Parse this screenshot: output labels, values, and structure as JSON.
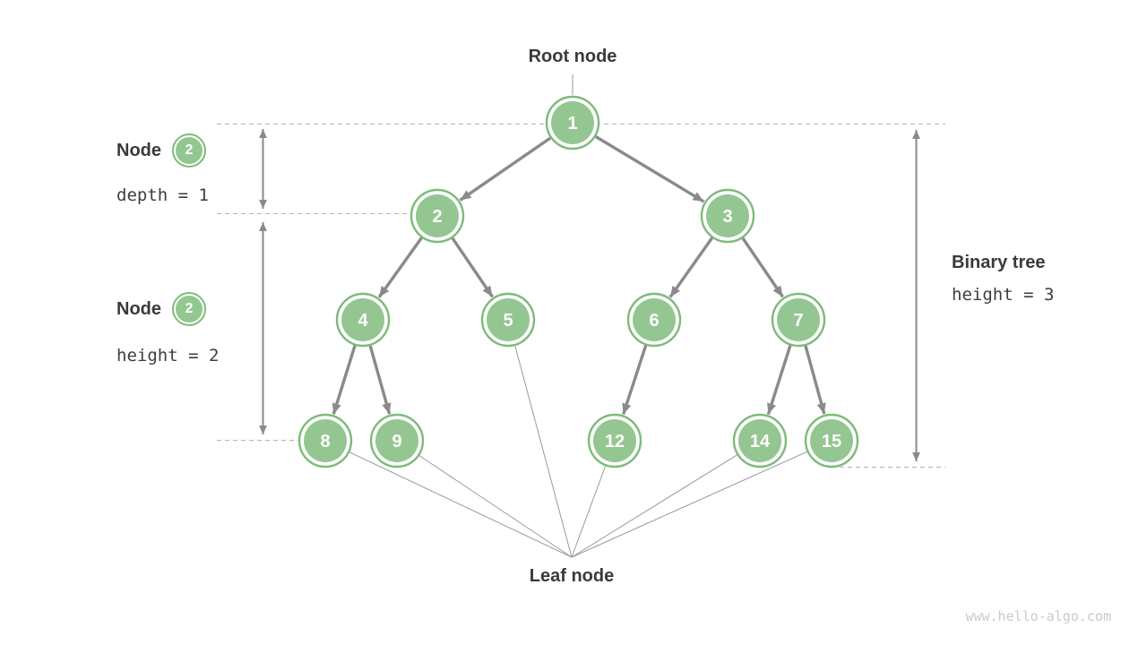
{
  "labels": {
    "root": "Root node",
    "leaf": "Leaf node",
    "watermark": "www.hello-algo.com"
  },
  "annotations": {
    "depth": {
      "title": "Node",
      "badge": "2",
      "code": "depth = 1"
    },
    "height": {
      "title": "Node",
      "badge": "2",
      "code": "height = 2"
    },
    "tree_height": {
      "title": "Binary tree",
      "code": "height = 3"
    }
  },
  "tree": {
    "nodes": [
      {
        "id": "n1",
        "value": "1"
      },
      {
        "id": "n2",
        "value": "2"
      },
      {
        "id": "n3",
        "value": "3"
      },
      {
        "id": "n4",
        "value": "4"
      },
      {
        "id": "n5",
        "value": "5"
      },
      {
        "id": "n6",
        "value": "6"
      },
      {
        "id": "n7",
        "value": "7"
      },
      {
        "id": "n8",
        "value": "8"
      },
      {
        "id": "n9",
        "value": "9"
      },
      {
        "id": "n12",
        "value": "12"
      },
      {
        "id": "n14",
        "value": "14"
      },
      {
        "id": "n15",
        "value": "15"
      }
    ],
    "edges": [
      [
        "n1",
        "n2"
      ],
      [
        "n1",
        "n3"
      ],
      [
        "n2",
        "n4"
      ],
      [
        "n2",
        "n5"
      ],
      [
        "n3",
        "n6"
      ],
      [
        "n3",
        "n7"
      ],
      [
        "n4",
        "n8"
      ],
      [
        "n4",
        "n9"
      ],
      [
        "n6",
        "n12"
      ],
      [
        "n7",
        "n14"
      ],
      [
        "n7",
        "n15"
      ]
    ],
    "leaf_ids": [
      "n8",
      "n9",
      "n5",
      "n12",
      "n14",
      "n15"
    ]
  },
  "colors": {
    "node_fill": "#94c691",
    "node_ring": "#7dbb79",
    "edge": "#8a8a8a",
    "thin_line": "#9a9a9a",
    "dashed_line": "#b3b3b3",
    "text_dark": "#3a3a3a",
    "watermark": "#c9c9c9"
  }
}
